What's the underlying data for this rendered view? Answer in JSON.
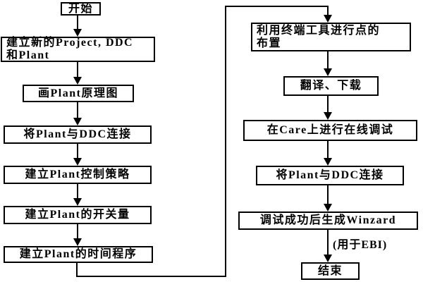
{
  "flowchart": {
    "nodes": {
      "start": "开始",
      "create_project": "建立新的Project, DDC\n和Plant",
      "draw_plant_diagram": "画Plant原理图",
      "connect_plant_ddc": "将Plant与DDC连接",
      "create_control_strategy": "建立Plant控制策略",
      "create_switch_values": "建立Plant的开关量",
      "create_time_program": "建立Plant的时间程序",
      "terminal_point_layout": "利用终端工具进行点的\n布置",
      "translate_download": "翻译、下载",
      "online_debug_care": "在Care上进行在线调试",
      "connect_plant_ddc_2": "将Plant与DDC连接",
      "generate_winzard": "调试成功后生成Winzard",
      "winzard_note": "(用于EBI)",
      "end": "结束"
    },
    "colors": {
      "background": "#ffffff",
      "line": "#000000",
      "box_border": "#000000",
      "box_fill": "#ffffff",
      "text": "#000000"
    }
  }
}
